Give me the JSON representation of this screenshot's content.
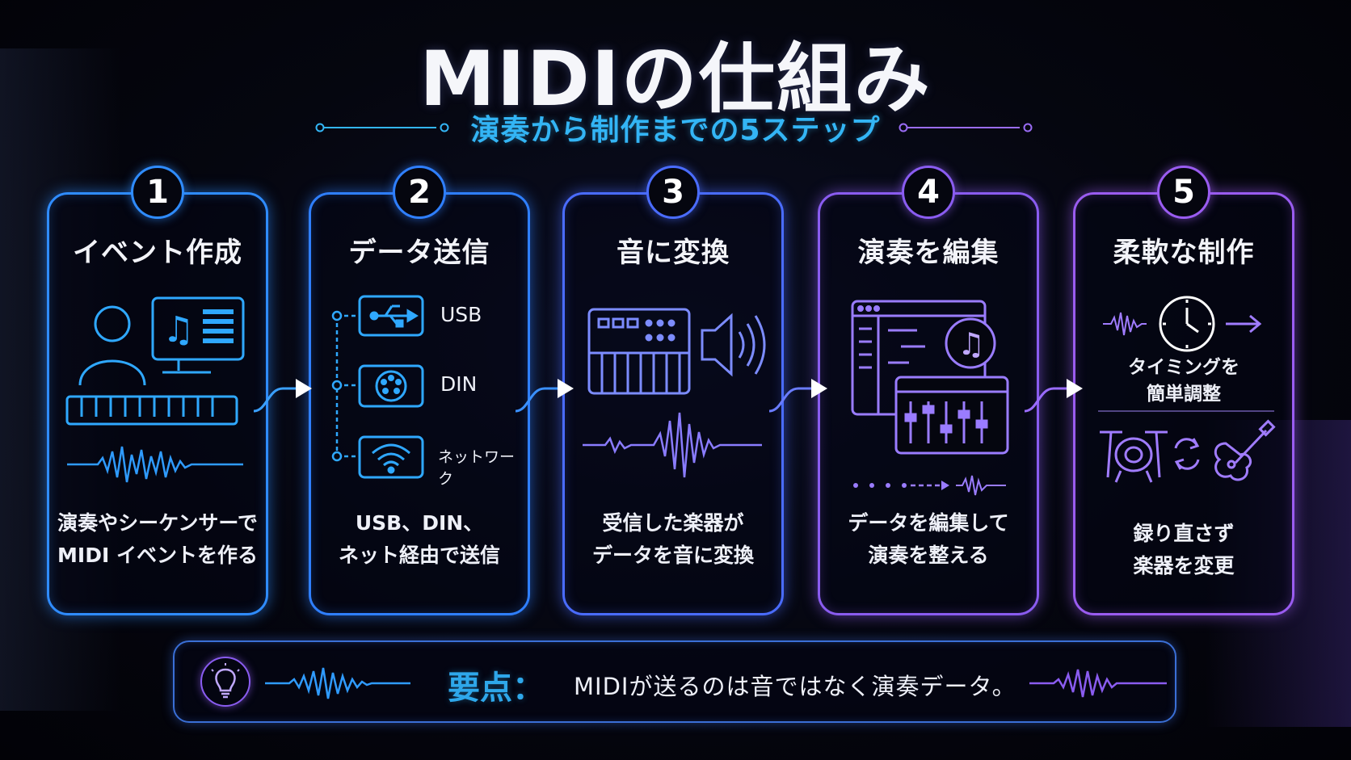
{
  "title": "MIDIの仕組み",
  "subtitle": "演奏から制作までの5ステップ",
  "steps": [
    {
      "number": "1",
      "title": "イベント作成",
      "desc_line1": "演奏やシーケンサーで",
      "desc_line2": "MIDI イベントを作る",
      "color": "#2f8cff"
    },
    {
      "number": "2",
      "title": "データ送信",
      "desc_line1": "USB、DIN、",
      "desc_line2": "ネット経由で送信",
      "color": "#2f7fff",
      "connections": [
        {
          "label": "USB",
          "icon": "usb-icon"
        },
        {
          "label": "DIN",
          "icon": "din-connector-icon"
        },
        {
          "label": "ネットワーク",
          "icon": "wifi-icon"
        }
      ]
    },
    {
      "number": "3",
      "title": "音に変換",
      "desc_line1": "受信した楽器が",
      "desc_line2": "データを音に変換",
      "color": "#4a6cff"
    },
    {
      "number": "4",
      "title": "演奏を編集",
      "desc_line1": "データを編集して",
      "desc_line2": "演奏を整える",
      "color": "#8a5cf0"
    },
    {
      "number": "5",
      "title": "柔軟な制作",
      "desc_line1": "録り直さず",
      "desc_line2": "楽器を変更",
      "color": "#9a5cf0",
      "timing_line1": "タイミングを",
      "timing_line2": "簡単調整"
    }
  ],
  "summary": {
    "label": "要点：",
    "text": "MIDIが送るのは音ではなく演奏データ。",
    "icon": "lightbulb-icon"
  }
}
